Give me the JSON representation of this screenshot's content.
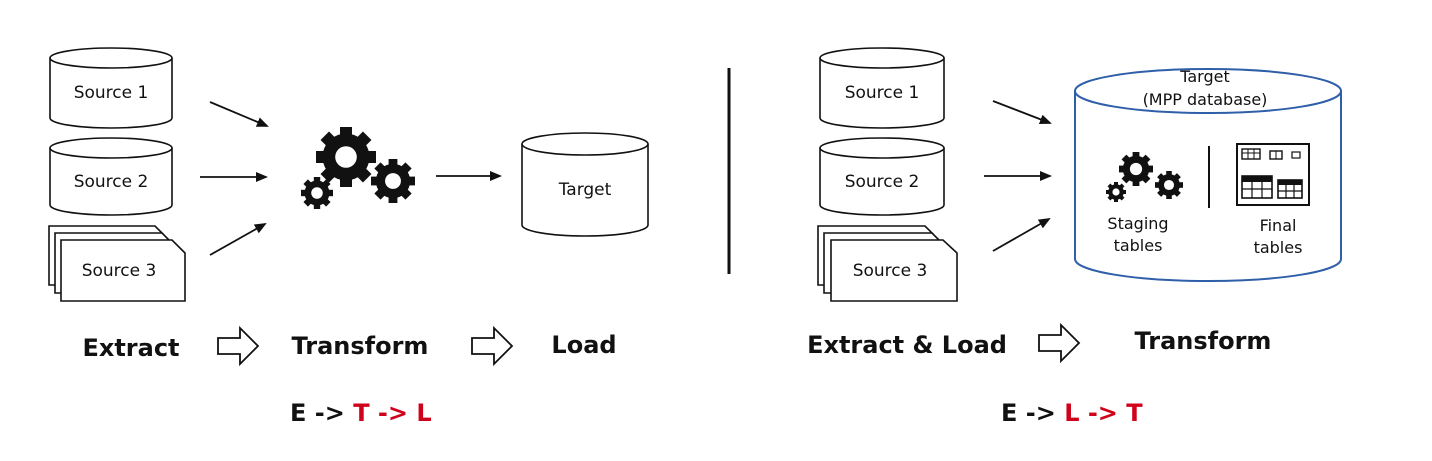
{
  "elt": {
    "sources": [
      "Source 1",
      "Source 2",
      "Source 3"
    ],
    "target": "Target",
    "steps": [
      "Extract",
      "Transform",
      "Load"
    ],
    "sequence": {
      "e": "E",
      "sep1": " -> ",
      "t": "T",
      "sep2": " -> ",
      "l": "L"
    }
  },
  "etl": {
    "sources": [
      "Source 1",
      "Source 2",
      "Source 3"
    ],
    "target_line1": "Target",
    "target_line2": "(MPP database)",
    "staging_line1": "Staging",
    "staging_line2": "tables",
    "final_line1": "Final",
    "final_line2": "tables",
    "steps": [
      "Extract & Load",
      "Transform"
    ],
    "sequence": {
      "e": "E",
      "sep1": " -> ",
      "l": "L",
      "sep2": " -> ",
      "t": "T"
    }
  },
  "colors": {
    "highlight": "#d0021b",
    "target_outline": "#2f5fa8",
    "ink": "#111111"
  },
  "icons": [
    "database-cylinder-icon",
    "document-stack-icon",
    "gears-icon",
    "table-grid-icon",
    "hollow-arrow-icon"
  ]
}
